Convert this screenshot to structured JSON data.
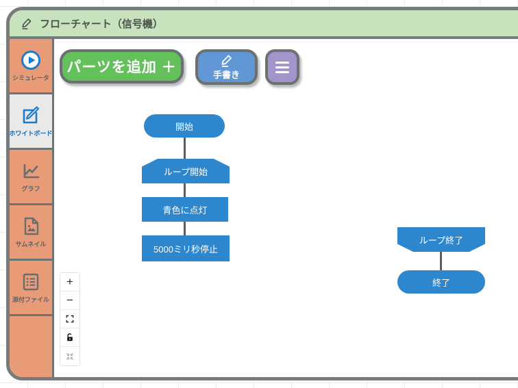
{
  "window": {
    "title": "フローチャート（信号機）",
    "title_icon": "pencil-edit-icon"
  },
  "sidebar": {
    "items": [
      {
        "label": "シミュレータ",
        "icon": "play-simulator-icon",
        "selected": false
      },
      {
        "label": "ホワイトボード",
        "icon": "whiteboard-edit-icon",
        "selected": true
      },
      {
        "label": "グラフ",
        "icon": "line-graph-icon",
        "selected": false
      },
      {
        "label": "サムネイル",
        "icon": "thumbnail-image-icon",
        "selected": false
      },
      {
        "label": "添付ファイル",
        "icon": "attachment-list-icon",
        "selected": false
      }
    ]
  },
  "toolbar": {
    "add_parts_label": "パーツを追加 ＋",
    "handwriting_label": "手書き",
    "handwriting_icon": "pencil-icon",
    "menu_icon": "hamburger-menu-icon"
  },
  "flowchart": {
    "nodes": [
      {
        "id": "start",
        "label": "開始",
        "shape": "stadium"
      },
      {
        "id": "loop-start",
        "label": "ループ開始",
        "shape": "loop-start"
      },
      {
        "id": "light-blue",
        "label": "青色に点灯",
        "shape": "process"
      },
      {
        "id": "wait-5000",
        "label": "5000ミリ秒停止",
        "shape": "process"
      },
      {
        "id": "loop-end",
        "label": "ループ終了",
        "shape": "loop-end"
      },
      {
        "id": "end",
        "label": "終了",
        "shape": "stadium"
      }
    ],
    "edges": [
      {
        "from": "start",
        "to": "loop-start"
      },
      {
        "from": "loop-start",
        "to": "light-blue"
      },
      {
        "from": "light-blue",
        "to": "wait-5000"
      },
      {
        "from": "loop-end",
        "to": "end"
      }
    ],
    "node_color": "#2e86cc"
  },
  "zoom_controls": {
    "zoom_in_label": "+",
    "zoom_out_label": "−",
    "fit_icon": "fullscreen-corners-icon",
    "lock_icon": "unlock-icon",
    "collapse_icon": "collapse-arrows-icon"
  },
  "colors": {
    "titlebar_green": "#c8e2bd",
    "sidebar_salmon": "#e99b78",
    "window_border": "#767b7b",
    "node_blue": "#2e86cc",
    "button_green": "#64c05b",
    "button_blue": "#6297d6",
    "button_purple": "#a195cb"
  }
}
